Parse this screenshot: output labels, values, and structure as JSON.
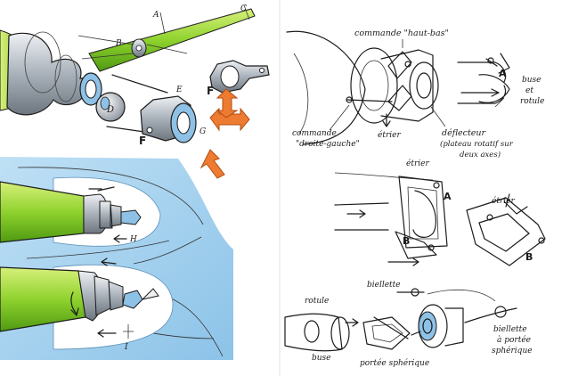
{
  "panels": {
    "top_left": {
      "letters": {
        "a": "A",
        "b": "B",
        "c": "C",
        "d": "D",
        "e": "E",
        "f1": "F",
        "f2": "F",
        "g": "G"
      }
    },
    "bottom_left": {
      "letters": {
        "h": "H",
        "i": "I"
      }
    },
    "right": {
      "labels": {
        "commande_haut_bas": "commande \"haut-bas\"",
        "commande_droite_gauche_1": "commande",
        "commande_droite_gauche_2": "\"droite-gauche\"",
        "etrier_1": "étrier",
        "deflecteur_1": "déflecteur",
        "deflecteur_2": "(plateau rotatif sur",
        "deflecteur_3": "deux axes)",
        "buse_et_rotule_1": "buse",
        "buse_et_rotule_2": "et",
        "buse_et_rotule_3": "rotule",
        "etrier_2": "étrier",
        "etrier_3": "étrier",
        "biellette": "biellette",
        "rotule": "rotule",
        "buse": "buse",
        "portee_spherique": "portée sphérique",
        "biellette_portee_1": "biellette",
        "biellette_portee_2": "à portée",
        "biellette_portee_3": "sphérique"
      },
      "letters": {
        "a1": "A",
        "a2": "A",
        "b1": "B",
        "b2": "B"
      }
    }
  },
  "colors": {
    "green": "#7cc42a",
    "green_light": "#c6e86a",
    "water": "#a9d3ee",
    "water_dark": "#7fb9e0",
    "steel": "#9aa2ab",
    "steel_light": "#d8dde2",
    "blue_part": "#8ec1e6",
    "orange": "#ee7b32"
  }
}
